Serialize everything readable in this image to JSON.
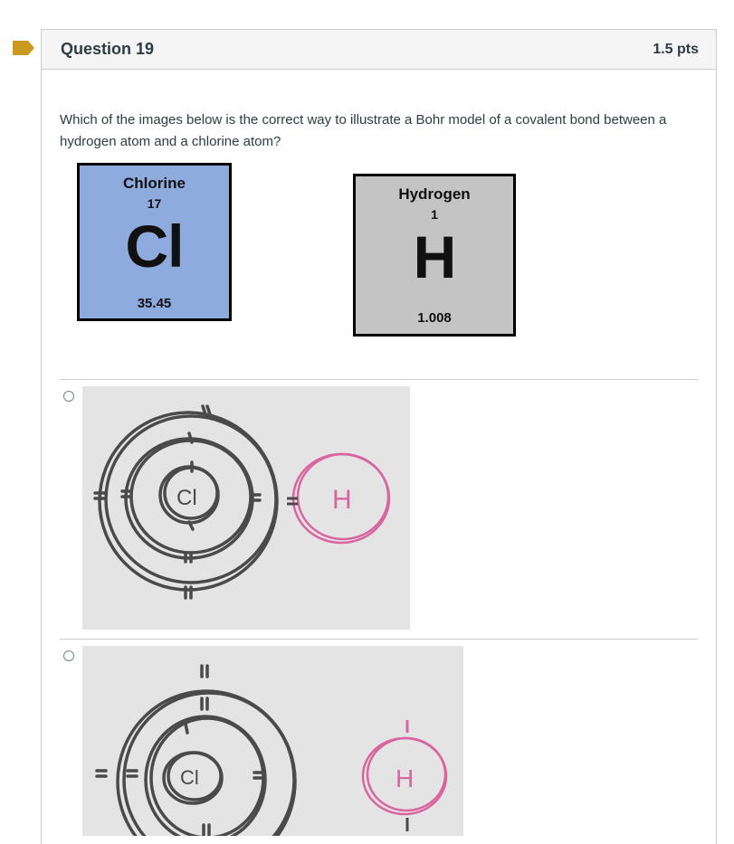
{
  "question": {
    "title": "Question 19",
    "points": "1.5 pts",
    "text": "Which of the images below is the correct way to illustrate a Bohr model of a covalent bond between a hydrogen atom and a chlorine atom?"
  },
  "elements": [
    {
      "name": "Chlorine",
      "number": "17",
      "symbol": "Cl",
      "mass": "35.45",
      "color": "#8eabde"
    },
    {
      "name": "Hydrogen",
      "number": "1",
      "symbol": "H",
      "mass": "1.008",
      "color": "#c4c4c4"
    }
  ],
  "answers": [
    {
      "image_labels": {
        "chlorine": "Cl",
        "hydrogen": "H"
      },
      "selected": false
    },
    {
      "image_labels": {
        "chlorine": "Cl",
        "hydrogen": "H"
      },
      "selected": false
    }
  ],
  "colors": {
    "flag": "#c99a1f",
    "header_bg": "#f5f5f5",
    "border": "#c7cdd1",
    "text": "#2d3b45",
    "pencil": "#4a4a4a",
    "pink": "#d9659f"
  },
  "icons": {
    "flag": "bookmark-flag-icon",
    "radio": "radio-circle-icon"
  }
}
